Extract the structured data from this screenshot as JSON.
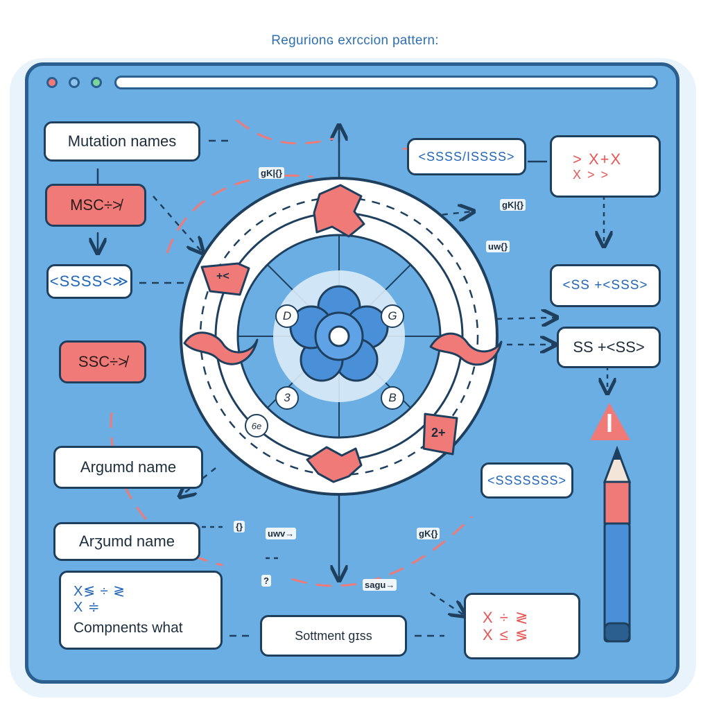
{
  "title": "Regurionɢ exrccion pattern:",
  "nodes": {
    "mutation_names": "Mutation names",
    "msc": "MSC÷≯",
    "left_chain": "<SSSS<≫",
    "ssc": "SSC÷≯",
    "argumd_name_1": "Argumd name",
    "argumd_name_2": "Arʒumd name",
    "components": {
      "line1": "X≶  ÷ ≷",
      "line2": "X   ≑",
      "label": "Compnents what"
    },
    "sottment": "Sottment  gɪss",
    "top_chain": "<SSSS/ISSSS>",
    "xxx_box": {
      "line1": "> X+X",
      "line2": "X > >"
    },
    "right_1": "<SS +<SSS>",
    "right_2": "SS +<SS>",
    "right_3": "<SSSSSSS>",
    "bottom_right": {
      "line1": "X  ÷ ≷",
      "line2": "X ≤ ≶"
    }
  },
  "tags": {
    "gk_left": "gK|{}",
    "gk_right": "gK|{}",
    "uw": "uw{}",
    "gk_bottom": "gK{}",
    "bracket_left": "{}",
    "arrow_left": "uwv→",
    "question": "?",
    "sagu": "sagu→"
  },
  "ring": {
    "d": "D",
    "g": "G",
    "three": "3",
    "b": "B",
    "six": "6e"
  },
  "ring_marks": {
    "plus": "+<",
    "two_plus": "2+"
  },
  "colors": {
    "window": "#6aaee3",
    "accent": "#f07a78",
    "outline": "#1e3f5e",
    "ring": "#ffffff",
    "flower": "#4a90d9"
  }
}
